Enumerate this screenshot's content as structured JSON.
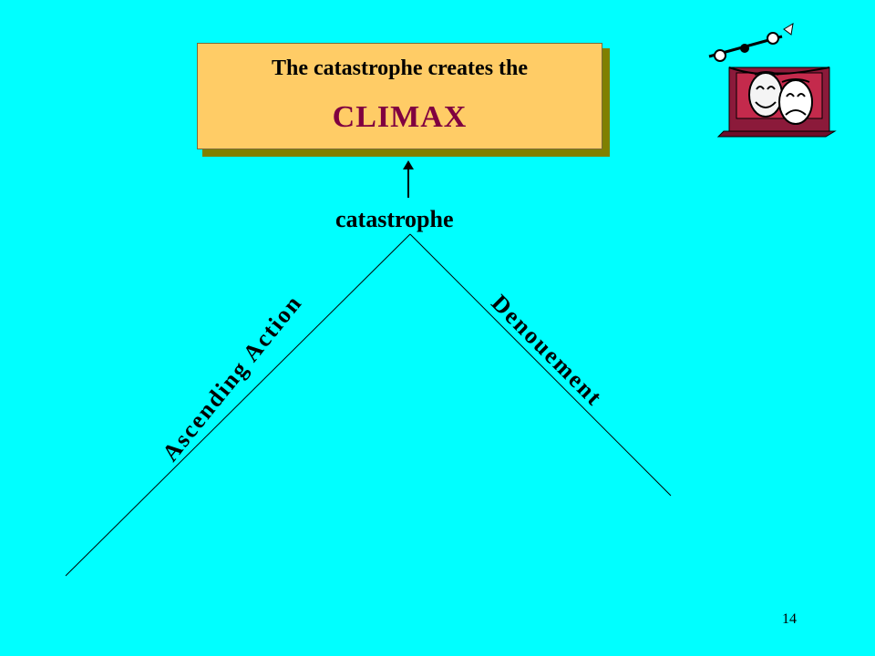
{
  "box": {
    "line1": "The catastrophe creates the",
    "line2": "CLIMAX"
  },
  "diagram": {
    "peak_label": "catastrophe",
    "left_label": "Ascending Action",
    "right_label": "Denouement"
  },
  "slide": {
    "page_number": "14"
  },
  "icons": {
    "arrow": "up-arrow-icon",
    "clipart": "theater-masks-icon"
  },
  "colors": {
    "background": "#00FFFF",
    "box_fill": "#FFCC66",
    "box_shadow": "#808000",
    "climax_text": "#800040"
  }
}
